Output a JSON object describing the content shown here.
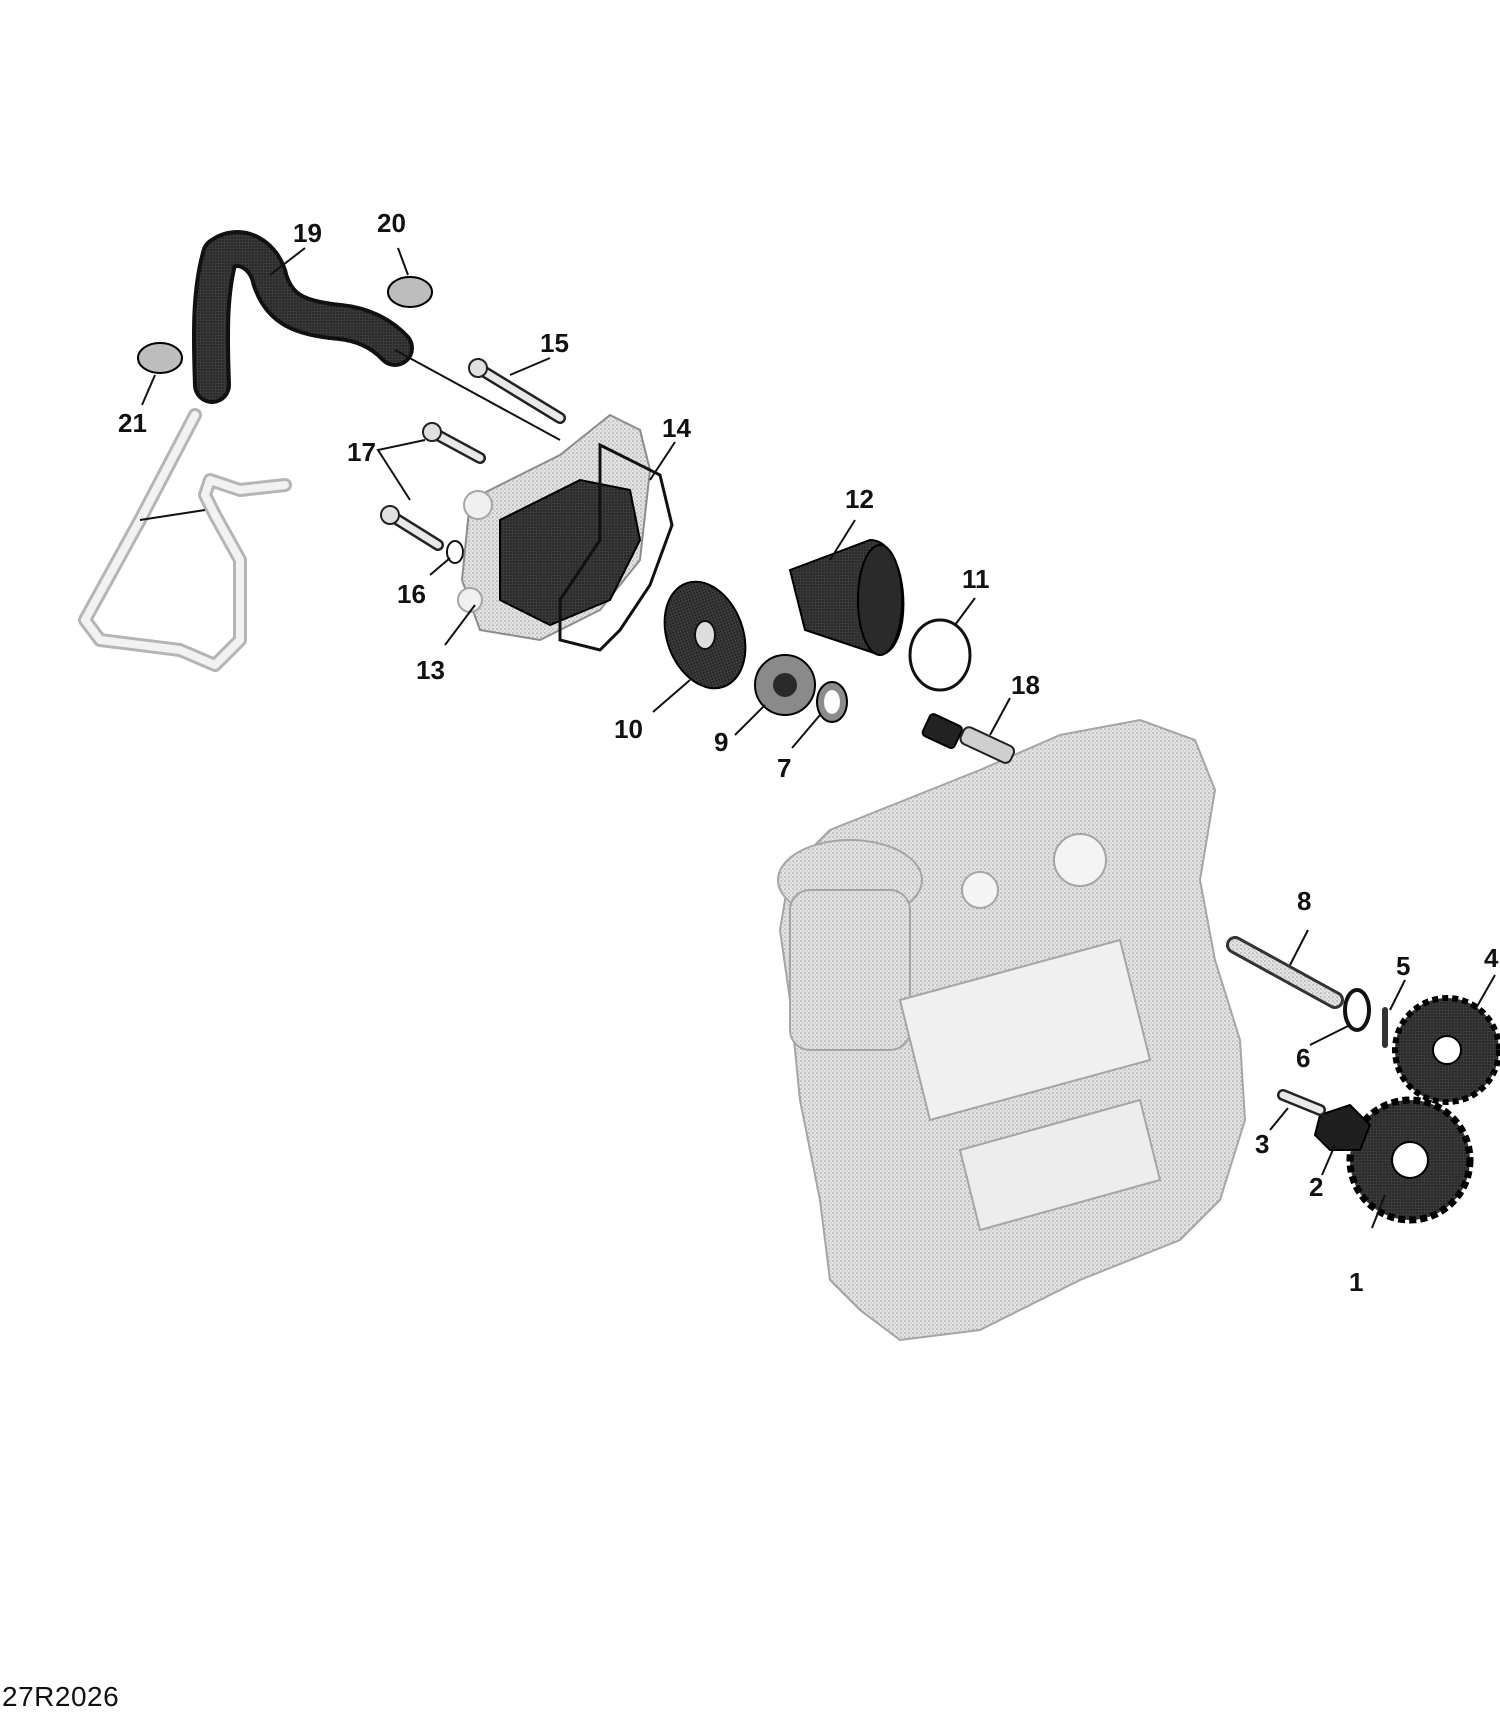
{
  "figure_code": "27R2026",
  "callouts": [
    {
      "id": "1",
      "label": "1"
    },
    {
      "id": "2",
      "label": "2"
    },
    {
      "id": "3",
      "label": "3"
    },
    {
      "id": "4",
      "label": "4"
    },
    {
      "id": "5",
      "label": "5"
    },
    {
      "id": "6",
      "label": "6"
    },
    {
      "id": "7",
      "label": "7"
    },
    {
      "id": "8",
      "label": "8"
    },
    {
      "id": "9",
      "label": "9"
    },
    {
      "id": "10",
      "label": "10"
    },
    {
      "id": "11",
      "label": "11"
    },
    {
      "id": "12",
      "label": "12"
    },
    {
      "id": "13",
      "label": "13"
    },
    {
      "id": "14",
      "label": "14"
    },
    {
      "id": "15",
      "label": "15"
    },
    {
      "id": "16",
      "label": "16"
    },
    {
      "id": "17",
      "label": "17"
    },
    {
      "id": "18",
      "label": "18"
    },
    {
      "id": "19",
      "label": "19"
    },
    {
      "id": "20",
      "label": "20"
    },
    {
      "id": "21",
      "label": "21"
    }
  ]
}
